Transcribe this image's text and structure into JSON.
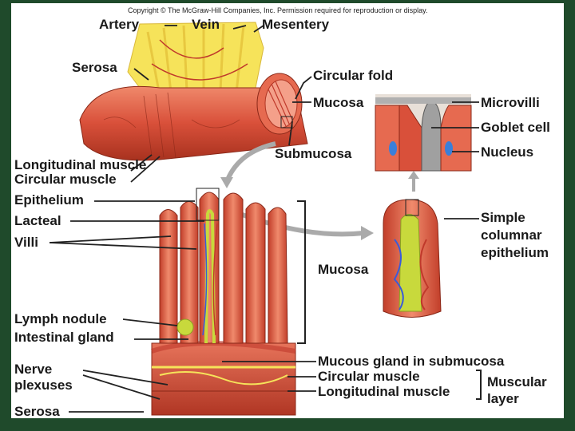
{
  "copyright": "Copyright © The McGraw-Hill Companies, Inc. Permission required for reproduction or display.",
  "labels": {
    "artery": "Artery",
    "vein": "Vein",
    "mesentery": "Mesentery",
    "serosa_top": "Serosa",
    "circular_fold": "Circular fold",
    "mucosa_top": "Mucosa",
    "microvilli": "Microvilli",
    "goblet_cell": "Goblet cell",
    "nucleus": "Nucleus",
    "submucosa": "Submucosa",
    "longitudinal_muscle_top": "Longitudinal muscle",
    "circular_muscle_top": "Circular muscle",
    "epithelium": "Epithelium",
    "lacteal": "Lacteal",
    "villi": "Villi",
    "simple_columnar_line1": "Simple",
    "simple_columnar_line2": "columnar",
    "simple_columnar_line3": "epithelium",
    "mucosa_mid": "Mucosa",
    "lymph_nodule": "Lymph nodule",
    "intestinal_gland": "Intestinal gland",
    "mucous_gland": "Mucous gland in submucosa",
    "circular_muscle_bottom": "Circular muscle",
    "longitudinal_muscle_bottom": "Longitudinal muscle",
    "muscular_layer_line1": "Muscular",
    "muscular_layer_line2": "layer",
    "nerve_plexuses_line1": "Nerve",
    "nerve_plexuses_line2": "plexuses",
    "serosa_bottom": "Serosa"
  },
  "colors": {
    "background": "#ffffff",
    "frame": "#1f4a2b",
    "tissue": "#d9503a",
    "tissue_light": "#f08a6c",
    "mesentery": "#f6e35a",
    "lacteal": "#c8d93c",
    "vessel_blue": "#3a5bd9",
    "text": "#1a1a1a"
  }
}
